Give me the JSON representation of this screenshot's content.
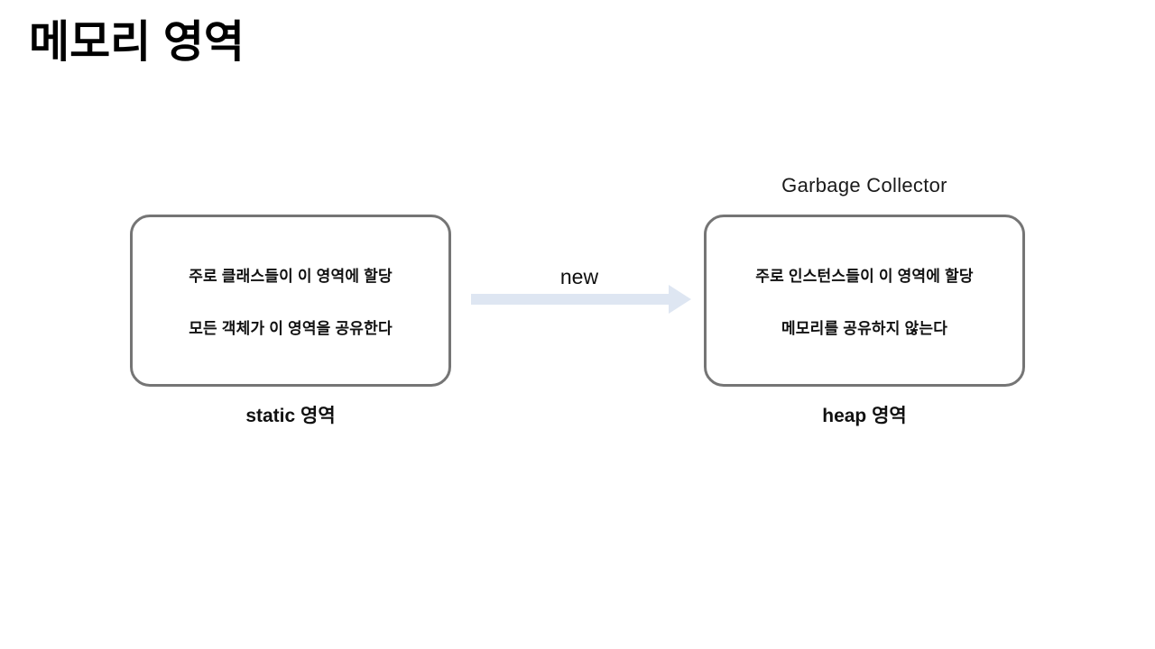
{
  "slide": {
    "title": "메모리 영역",
    "background_color": "#ffffff"
  },
  "static_area": {
    "box_label_top": "",
    "lines": [
      "주로 클래스들이 이 영역에 할당",
      "모든 객체가 이 영역을 공유한다"
    ],
    "caption": "static 영역",
    "border_color": "#757575"
  },
  "heap_area": {
    "box_label_top": "Garbage Collector",
    "lines": [
      "주로 인스턴스들이 이 영역에 할당",
      "메모리를 공유하지 않는다"
    ],
    "caption": "heap 영역",
    "border_color": "#757575"
  },
  "arrow": {
    "label": "new",
    "direction": "right",
    "fill_color": "#dee6f2",
    "icon": "block-arrow-right-icon"
  }
}
